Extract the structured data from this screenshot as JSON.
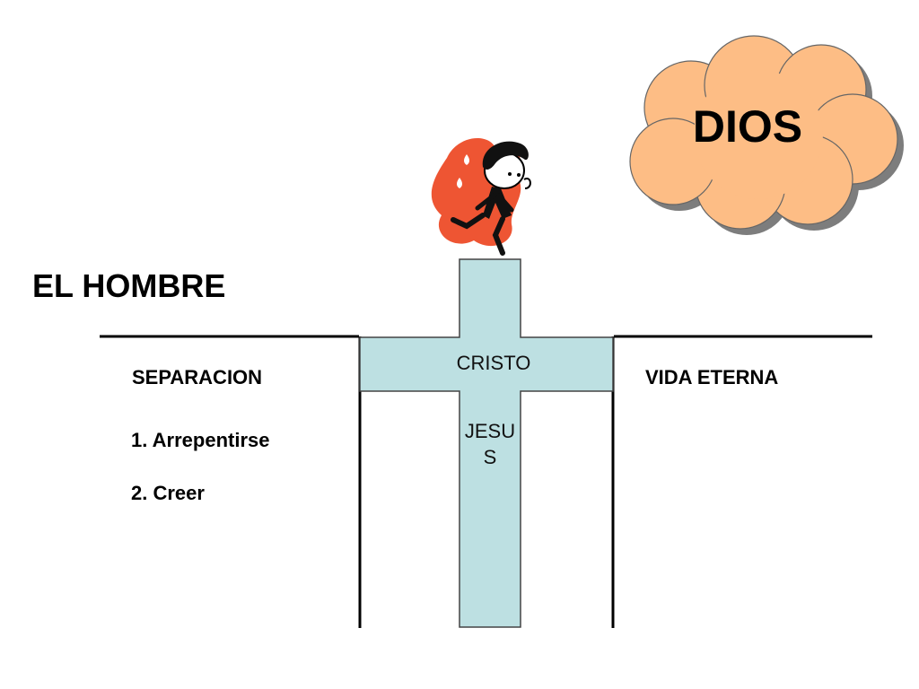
{
  "diagram": {
    "man_label": "EL HOMBRE",
    "god_label": "DIOS",
    "separation_label": "SEPARACION",
    "eternal_life_label": "VIDA ETERNA",
    "steps": [
      "1. Arrepentirse",
      "2. Creer"
    ],
    "cross_top_label": "CRISTO",
    "cross_vertical_label": "JESUS",
    "colors": {
      "cloud_fill": "#fdbd85",
      "cloud_shadow": "#7d7d7d",
      "cross_fill": "#bde0e2",
      "figure_splash": "#ee5533",
      "line": "#000000"
    }
  }
}
